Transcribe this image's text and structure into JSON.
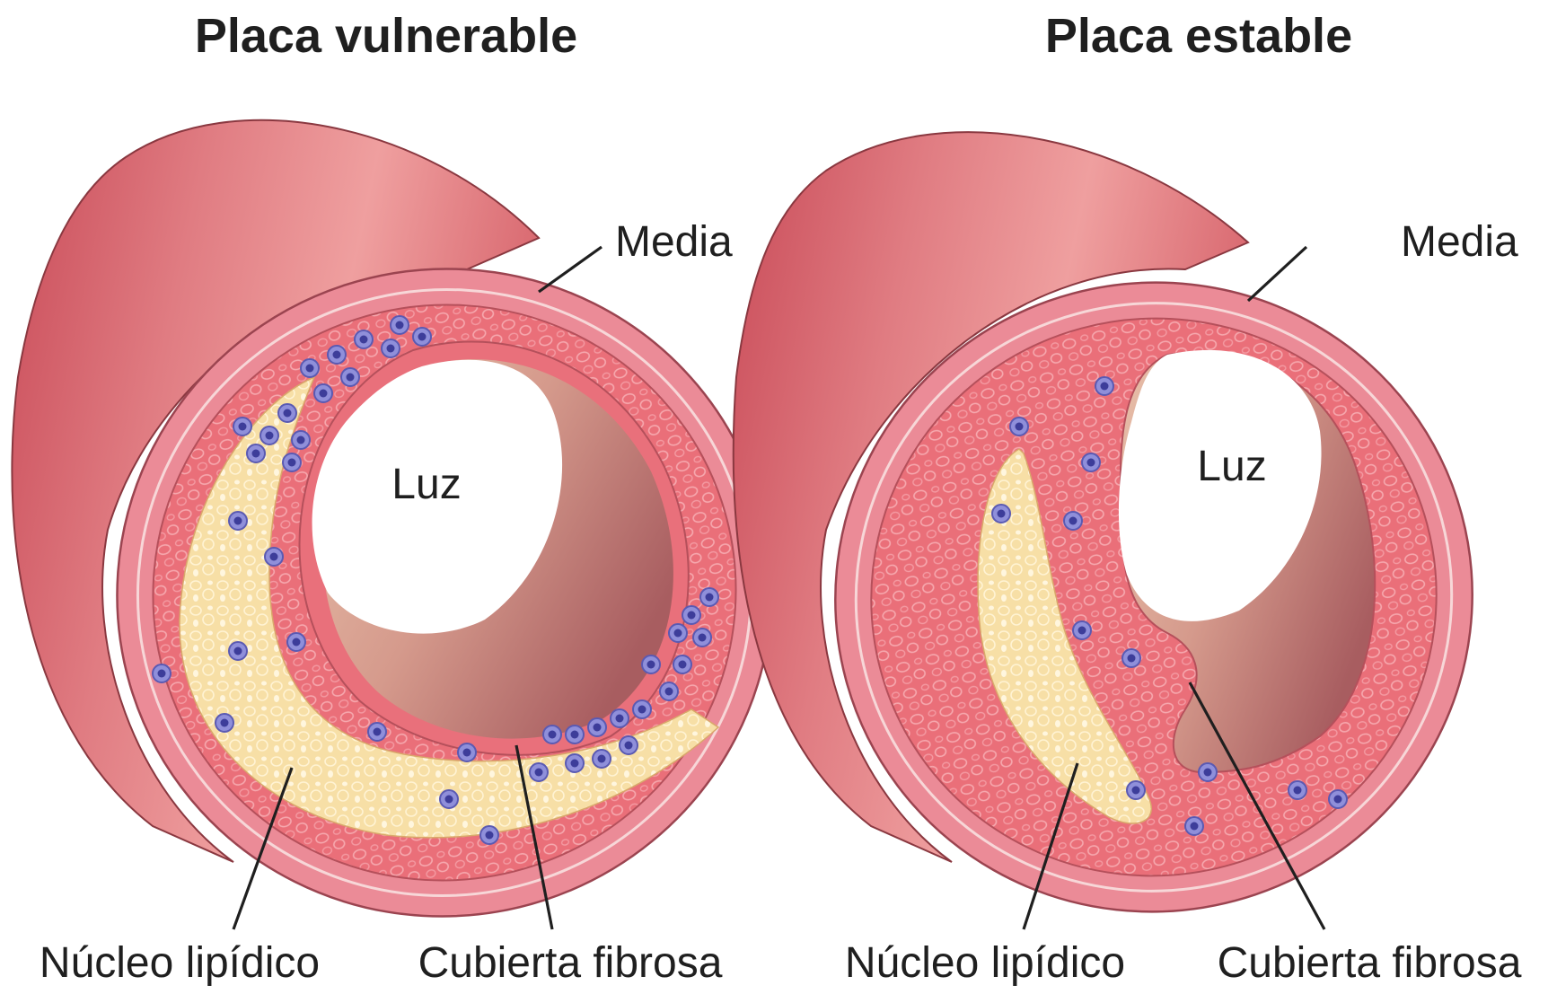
{
  "panels": [
    {
      "title": "Placa vulnerable",
      "labels": {
        "media": "Media",
        "lumen": "Luz",
        "lipid_core": "Núcleo lipídico",
        "fibrous_cap": "Cubierta fibrosa"
      }
    },
    {
      "title": "Placa estable",
      "labels": {
        "media": "Media",
        "lumen": "Luz",
        "lipid_core": "Núcleo lipídico",
        "fibrous_cap": "Cubierta fibrosa"
      }
    }
  ],
  "colors": {
    "vessel_outer": "#d85a64",
    "vessel_side_light": "#ec9a9a",
    "media_ring": "#eb8b97",
    "intima": "#ea6f79",
    "intima_texture": "#f49aa2",
    "lipid_core": "#f7dfa6",
    "lumen_wall_dark": "#b46a67",
    "lumen_wall_light": "#e7b6a2",
    "inflammatory_cell": "#6f6fc8",
    "text": "#1f1f1f"
  }
}
